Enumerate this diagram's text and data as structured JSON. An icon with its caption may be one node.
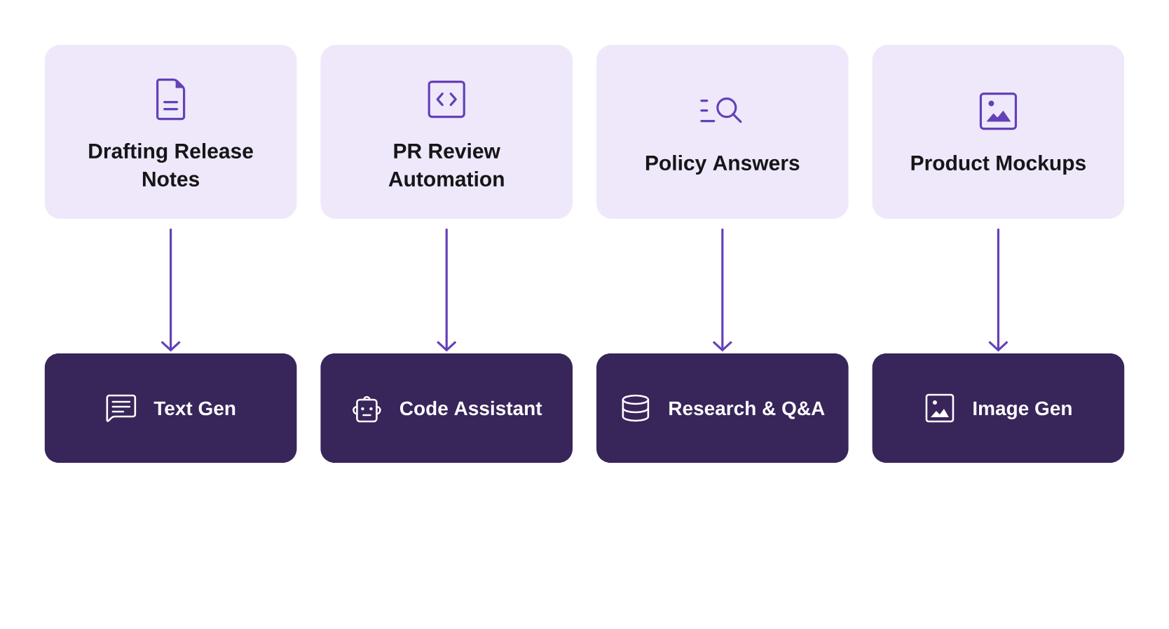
{
  "diagram": {
    "nodes": [
      {
        "text": [
          "Drafting Release Notes"
        ]
      },
      {
        "text": [
          "PR Review Automation"
        ]
      },
      {
        "text": [
          "Policy Answers"
        ]
      },
      {
        "text": [
          "Product Mockups"
        ]
      },
      {
        "text": [
          "Text Gen"
        ]
      },
      {
        "text": [
          "Code Assistant"
        ]
      },
      {
        "text": [
          "Research & Q&A"
        ]
      },
      {
        "text": [
          "Image Gen"
        ]
      }
    ],
    "edges": [
      {
        "from": 0,
        "to": 4,
        "arrow": "to"
      },
      {
        "from": 1,
        "to": 5,
        "arrow": "to"
      },
      {
        "from": 2,
        "to": 6,
        "arrow": "to"
      },
      {
        "from": 3,
        "to": 7,
        "arrow": "to"
      }
    ]
  }
}
